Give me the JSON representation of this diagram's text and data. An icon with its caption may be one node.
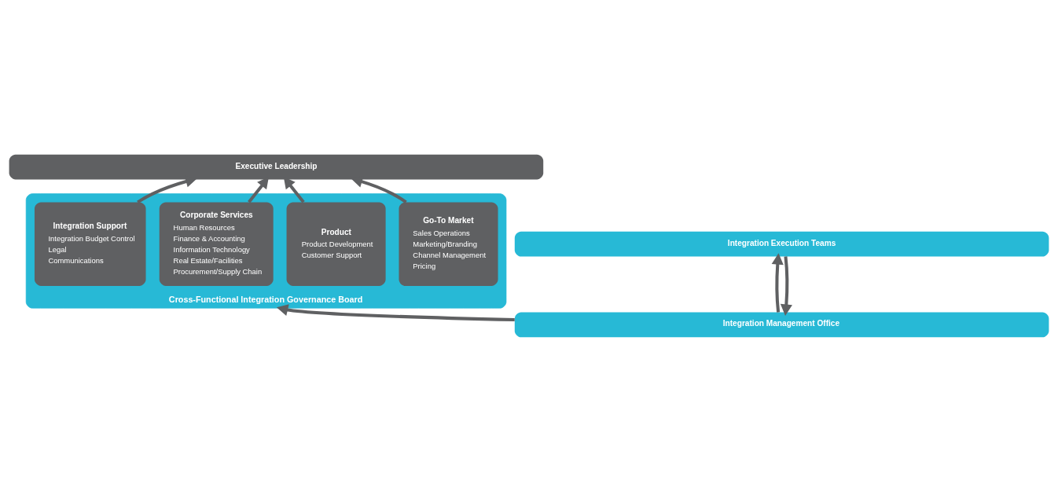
{
  "diagram": {
    "nodes": [
      {
        "text": [
          "Executive Leadership"
        ]
      },
      {
        "text": [
          "Cross-Functional Integration Governance Board"
        ]
      },
      {
        "text": [
          "Go-To Market",
          "Sales Operations",
          "Marketing/Branding",
          "Channel Management",
          "Pricing"
        ],
        "in": 1
      },
      {
        "text": [
          "Product",
          "Product Development",
          "Customer Support"
        ],
        "in": 1
      },
      {
        "text": [
          "Corporate Services",
          "Human Resources",
          "Finance & Accounting",
          "Information Technology",
          "Real Estate/Facilities",
          "Procurement/Supply Chain"
        ],
        "in": 1
      },
      {
        "text": [
          "Integration Support",
          "Integration Budget Control",
          "Legal",
          "Communications"
        ],
        "in": 1
      },
      {
        "text": [
          "Integration Management Office"
        ]
      },
      {
        "text": [
          "Integration Execution Teams"
        ]
      }
    ],
    "edges": [
      {
        "from": 2,
        "to": 0,
        "arrow": "to"
      },
      {
        "from": 3,
        "to": 0,
        "arrow": "to"
      },
      {
        "from": 4,
        "to": 0,
        "arrow": "to"
      },
      {
        "from": 5,
        "to": 0,
        "arrow": "to"
      },
      {
        "from": 6,
        "to": 1,
        "arrow": "to"
      },
      {
        "from": 7,
        "to": 6,
        "arrow": "to"
      },
      {
        "from": 6,
        "to": 7,
        "arrow": "to"
      }
    ]
  }
}
